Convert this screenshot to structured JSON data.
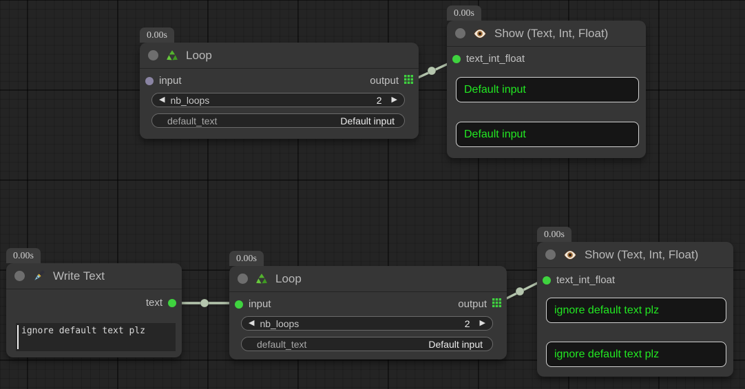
{
  "colors": {
    "socket_green": "#3fd33f",
    "socket_idle": "#8a84a3",
    "wire": "#b5c6ae",
    "value_green": "#22e822",
    "node_bg": "#363636"
  },
  "nodes": {
    "loop_top": {
      "badge": "0.00s",
      "title": "Loop",
      "icon": "recycle-icon",
      "input_label": "input",
      "output_label": "output",
      "widgets": [
        {
          "name": "nb_loops",
          "value": "2",
          "left_arrow": "◀",
          "right_arrow": "▶"
        },
        {
          "name": "default_text",
          "value": "Default input"
        }
      ]
    },
    "show_top": {
      "badge": "0.00s",
      "title": "Show (Text, Int, Float)",
      "icon": "eye-icon",
      "input_label": "text_int_float",
      "values": [
        "Default input",
        "Default input"
      ]
    },
    "write_text": {
      "badge": "0.00s",
      "title": "Write Text",
      "icon": "pen-icon",
      "output_label": "text",
      "text": "ignore default text plz"
    },
    "loop_bottom": {
      "badge": "0.00s",
      "title": "Loop",
      "icon": "recycle-icon",
      "input_label": "input",
      "output_label": "output",
      "widgets": [
        {
          "name": "nb_loops",
          "value": "2",
          "left_arrow": "◀",
          "right_arrow": "▶"
        },
        {
          "name": "default_text",
          "value": "Default input"
        }
      ]
    },
    "show_bottom": {
      "badge": "0.00s",
      "title": "Show (Text, Int, Float)",
      "icon": "eye-icon",
      "input_label": "text_int_float",
      "values": [
        "ignore default text plz",
        "ignore default text plz"
      ]
    }
  }
}
